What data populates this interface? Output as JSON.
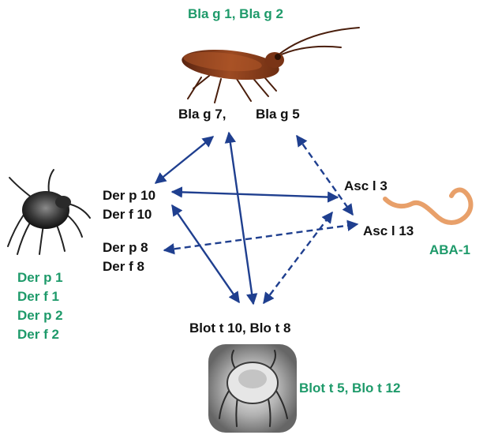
{
  "colors": {
    "arrow": "#1f3f8f",
    "label_dark": "#111111",
    "label_green": "#1e9a6a",
    "worm": "#e8a06a"
  },
  "labels": {
    "cockroach_green": "Bla g 1, Bla g 2",
    "cockroach_black_1": "Bla g 7,",
    "cockroach_black_2": "Bla g 5",
    "mite_black_1": "Der p 10",
    "mite_black_2": "Der f 10",
    "mite_black_3": "Der p 8",
    "mite_black_4": "Der f 8",
    "mite_green_1": "Der p 1",
    "mite_green_2": "Der f 1",
    "mite_green_3": "Der p 2",
    "mite_green_4": "Der f 2",
    "worm_black_1": "Asc l 3",
    "worm_black_2": "Asc l 13",
    "worm_green": "ABA-1",
    "blomia_black": "Blot t 10, Blo t 8",
    "blomia_green": "Blot t 5, Blo t 12"
  },
  "images": {
    "cockroach": "cockroach-illustration",
    "house_dust_mite": "house-dust-mite-illustration",
    "blomia_mite": "storage-mite-illustration",
    "roundworm": "roundworm-illustration"
  },
  "links": [
    {
      "from": "Der p 10 / Der f 10",
      "to": "Bla g 7",
      "style": "solid",
      "heads": "both"
    },
    {
      "from": "Der p 10 / Der f 10",
      "to": "Asc l 3",
      "style": "solid",
      "heads": "both"
    },
    {
      "from": "Der p 10 / Der f 10",
      "to": "Blot t 10",
      "style": "solid",
      "heads": "both"
    },
    {
      "from": "Bla g 7",
      "to": "Blot t 10",
      "style": "solid",
      "heads": "both"
    },
    {
      "from": "Bla g 5",
      "to": "Asc l 13",
      "style": "dashed",
      "heads": "both"
    },
    {
      "from": "Der p 8 / Der f 8",
      "to": "Asc l 13",
      "style": "dashed",
      "heads": "both"
    },
    {
      "from": "Blo t 8",
      "to": "Asc l 13",
      "style": "dashed",
      "heads": "both"
    }
  ]
}
